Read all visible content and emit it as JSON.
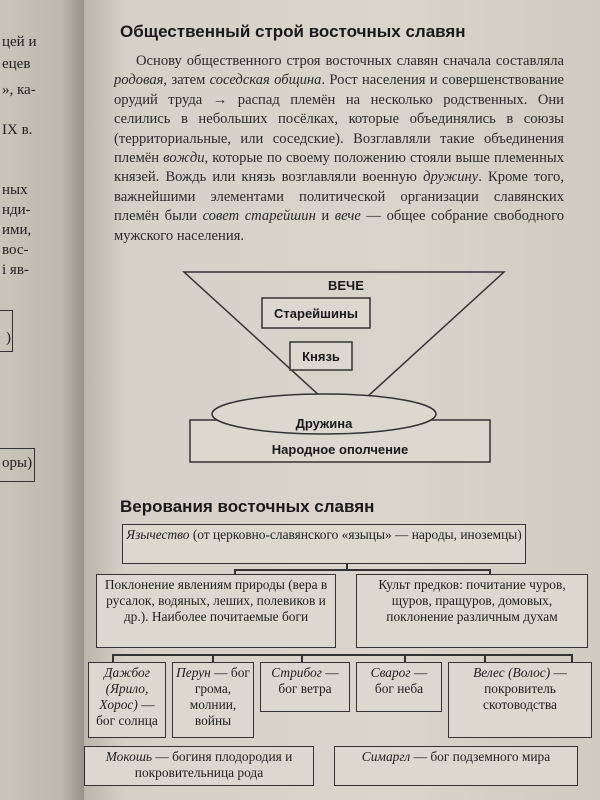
{
  "left_page": {
    "fragments": [
      "цей и",
      "ецев",
      "», ка-",
      "IX в.",
      "ных",
      "нди-",
      "ими,",
      "вос-",
      "і яв-",
      ")",
      "оры)"
    ]
  },
  "section1": {
    "title": "Общественный строй восточных славян",
    "paragraph": {
      "s1": "Основу общественного строя восточных славян сначала составляла ",
      "e1": "родовая",
      "s2": ", затем ",
      "e2": "соседская община",
      "s3": ". Рост населения и совершенствование орудий труда → распад племён на несколько родственных. Они селились в небольших посёлках, которые объединялись в союзы (территориальные, или соседские). Возглавляли такие объединения племён ",
      "e3": "вожди",
      "s4": ", которые по своему положению стояли выше племенных князей. Вождь или князь возглавляли военную ",
      "e4": "дружину",
      "s5": ". Кроме того, важнейшими элементами политической организации славянских племён были ",
      "e5": "совет старейшин",
      "s6": " и ",
      "e6": "вече",
      "s7": " — общее собрание свободного мужского населения."
    },
    "diagram": {
      "veche": "ВЕЧЕ",
      "elders": "Старейшины",
      "prince": "Князь",
      "druzhina": "Дружина",
      "militia": "Народное ополчение"
    }
  },
  "section2": {
    "title": "Верования восточных славян",
    "top": {
      "italic": "Язычество",
      "rest": " (от церковно-славянского «языцы» — народы, иноземцы)"
    },
    "nature": "Поклонение явлениям природы (вера в русалок, водяных, леших, полевиков и др.). Наиболее почитаемые боги",
    "ancestors": "Культ предков: почитание чуров, щуров, пращуров, домовых, поклонение различным духам",
    "gods": {
      "dazhbog": {
        "name": "Дажбог (Ярило, Хорос)",
        "desc": " — бог солнца"
      },
      "perun": {
        "name": "Перун",
        "desc": " — бог грома, молнии, войны"
      },
      "stribog": {
        "name": "Стрибог",
        "desc": " — бог ветра"
      },
      "svarog": {
        "name": "Сварог",
        "desc": " — бог неба"
      },
      "veles": {
        "name": "Велес (Волос)",
        "desc": " — покровитель скотоводства"
      },
      "mokosh": {
        "name": "Мокошь",
        "desc": " — богиня плодородия и покровительница рода"
      },
      "simargl": {
        "name": "Симаргл",
        "desc": " — бог подземного мира"
      }
    }
  }
}
